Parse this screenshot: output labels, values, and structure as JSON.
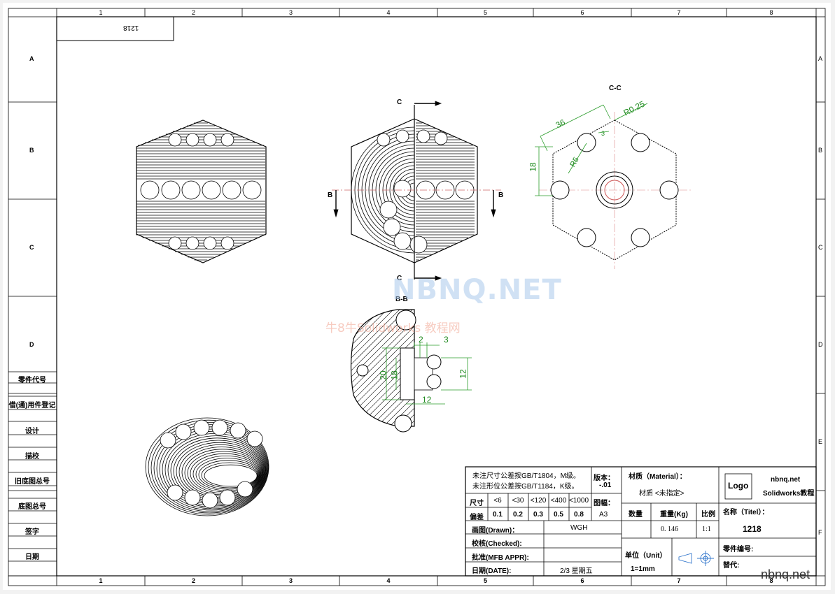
{
  "part_number_box": "1218",
  "zone_columns": [
    "1",
    "2",
    "3",
    "4",
    "5",
    "6",
    "7",
    "8"
  ],
  "zone_rows": [
    "A",
    "B",
    "C",
    "D",
    "E",
    "F"
  ],
  "left_strip": [
    "零件代号",
    "借(通)用件登记",
    "设计",
    "描校",
    "旧底图总号",
    "底图总号",
    "签字",
    "日期"
  ],
  "view_labels": {
    "section_cc": "C-C",
    "section_bb": "B-B",
    "cut_c_top": "C",
    "cut_c_bottom": "C",
    "cut_b_left": "B",
    "cut_b_right": "B"
  },
  "dimensions": {
    "cc_36": "36",
    "cc_r025": "R0.25",
    "cc_18": "18",
    "cc_r5": "R5",
    "cc_3": "3",
    "bb_2": "2",
    "bb_3": "3",
    "bb_20": "20",
    "bb_18": "18",
    "bb_12_right": "12",
    "bb_12_bottom": "12"
  },
  "watermark": {
    "brand": "NBNQ.NET",
    "sub": "牛8牛Solidworks 教程网"
  },
  "corner_mark": "nbnq.net",
  "title_block": {
    "note1": "未注尺寸公差按GB/T1804，M级。",
    "note2": "未注形位公差按GB/T1184，K级。",
    "version_label": "版本：",
    "version_value": "-.01",
    "tol_size_label": "尺寸",
    "tol_dev_label": "偏差",
    "tol_sizes": [
      "<6",
      "<30",
      "<120",
      "<400",
      "<1000"
    ],
    "tol_values": [
      "0.1",
      "0.2",
      "0.3",
      "0.5",
      "0.8"
    ],
    "sheet_label": "图幅：",
    "sheet_value": "A3",
    "material_label": "材质（Material）：",
    "material_value": "材质 <未指定>",
    "qty_label": "数量",
    "weight_label": "重量(Kg)",
    "weight_value": "0. 146",
    "scale_label": "比例",
    "scale_value": "1:1",
    "logo": "Logo",
    "company1": "nbnq.net",
    "company2": "Solidworks教程",
    "title_label": "名称（Titel）：",
    "title_value": "1218",
    "drawn_label": "画图(Drawn)：",
    "drawn_value": "WGH",
    "checked_label": "校核(Checked):",
    "approved_label": "批准(MFB APPR):",
    "date_label": "日期(DATE):",
    "date_value": "2/3  星期五",
    "unit_label": "单位（Unit）",
    "unit_value": "1=1mm",
    "part_no_label": "零件编号:",
    "replace_label": "替代:"
  }
}
